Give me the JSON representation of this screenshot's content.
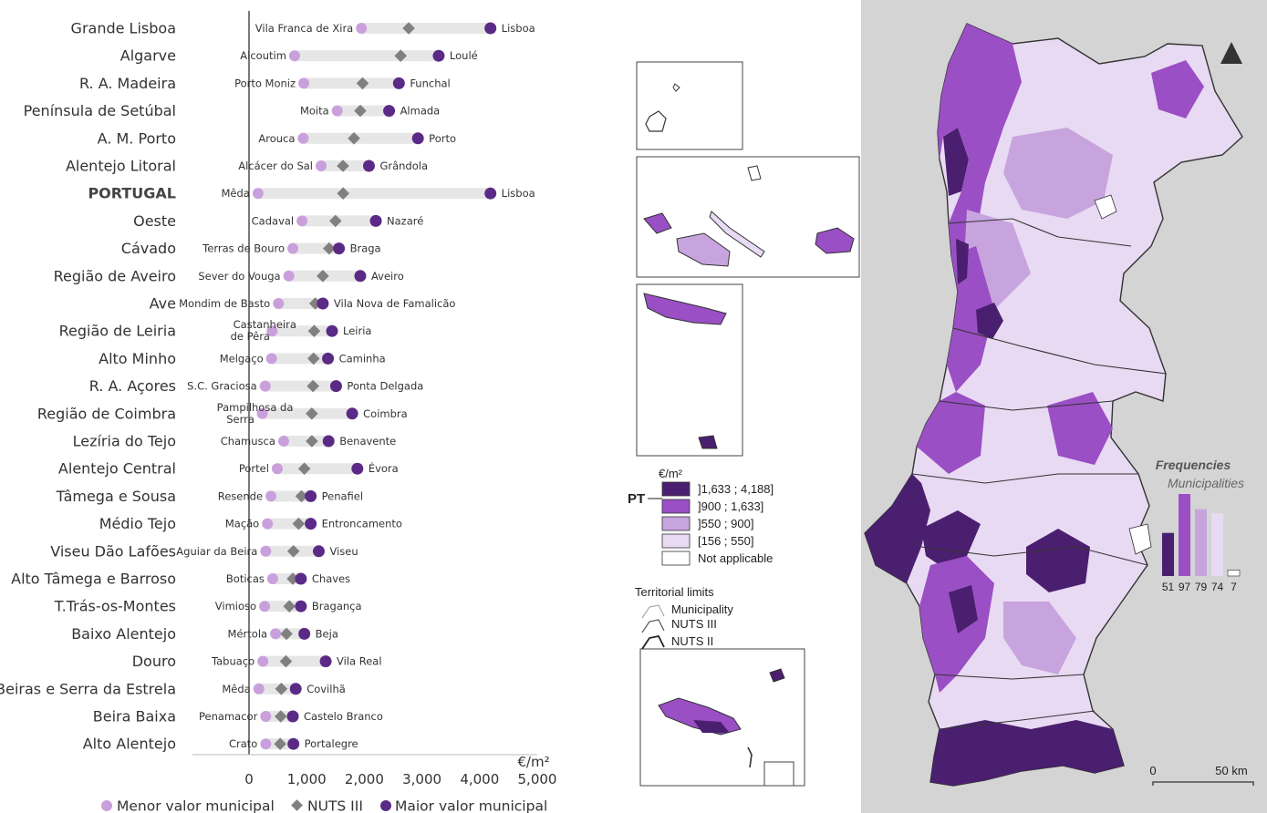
{
  "chart_data": {
    "type": "dot-range",
    "xlim": [
      0,
      5000
    ],
    "xticks": [
      "0",
      "1,000",
      "2,000",
      "3,000",
      "4,000",
      "5,000"
    ],
    "xunit": "€/m²",
    "legend": {
      "min": "Menor valor municipal",
      "nuts": "NUTS III",
      "max": "Maior valor municipal"
    },
    "colors": {
      "min": "#c9a0dc",
      "nuts": "#808080",
      "max": "#5b2a86",
      "bar": "#e6e6e6"
    },
    "rows": [
      {
        "region": "Grande Lisboa",
        "min_label": "Vila Franca de Xira",
        "max_label": "Lisboa",
        "min": 1950,
        "nuts": 2770,
        "max": 4188
      },
      {
        "region": "Algarve",
        "min_label": "Alcoutim",
        "max_label": "Loulé",
        "min": 790,
        "nuts": 2630,
        "max": 3290
      },
      {
        "region": "R. A. Madeira",
        "min_label": "Porto Moniz",
        "max_label": "Funchal",
        "min": 950,
        "nuts": 1970,
        "max": 2600
      },
      {
        "region": "Península de Setúbal",
        "min_label": "Moita",
        "max_label": "Almada",
        "min": 1530,
        "nuts": 1930,
        "max": 2430
      },
      {
        "region": "A. M. Porto",
        "min_label": "Arouca",
        "max_label": "Porto",
        "min": 940,
        "nuts": 1820,
        "max": 2930
      },
      {
        "region": "Alentejo Litoral",
        "min_label": "Alcácer do Sal",
        "max_label": "Grândola",
        "min": 1250,
        "nuts": 1630,
        "max": 2080
      },
      {
        "region": "PORTUGAL",
        "min_label": "Mêda",
        "max_label": "Lisboa",
        "min": 156,
        "nuts": 1633,
        "max": 4188,
        "bold": true
      },
      {
        "region": "Oeste",
        "min_label": "Cadaval",
        "max_label": "Nazaré",
        "min": 920,
        "nuts": 1500,
        "max": 2200
      },
      {
        "region": "Cávado",
        "min_label": "Terras de Bouro",
        "max_label": "Braga",
        "min": 760,
        "nuts": 1390,
        "max": 1560
      },
      {
        "region": "Região de Aveiro",
        "min_label": "Sever do Vouga",
        "max_label": "Aveiro",
        "min": 690,
        "nuts": 1280,
        "max": 1930
      },
      {
        "region": "Ave",
        "min_label": "Mondim de Basto",
        "max_label": "Vila Nova de Famalicão",
        "min": 510,
        "nuts": 1150,
        "max": 1280
      },
      {
        "region": "Região de Leiria",
        "min_label": "Castanheira de Pêra",
        "max_label": "Leiria",
        "min": 400,
        "nuts": 1130,
        "max": 1440
      },
      {
        "region": "Alto Minho",
        "min_label": "Melgaço",
        "max_label": "Caminha",
        "min": 390,
        "nuts": 1120,
        "max": 1370
      },
      {
        "region": "R. A. Açores",
        "min_label": "S.C. Graciosa",
        "max_label": "Ponta Delgada",
        "min": 280,
        "nuts": 1110,
        "max": 1510
      },
      {
        "region": "Região de Coimbra",
        "min_label": "Pampilhosa da Serra",
        "max_label": "Coimbra",
        "min": 230,
        "nuts": 1090,
        "max": 1790
      },
      {
        "region": "Lezíria do Tejo",
        "min_label": "Chamusca",
        "max_label": "Benavente",
        "min": 600,
        "nuts": 1090,
        "max": 1380
      },
      {
        "region": "Alentejo Central",
        "min_label": "Portel",
        "max_label": "Évora",
        "min": 490,
        "nuts": 960,
        "max": 1880
      },
      {
        "region": "Tâmega e Sousa",
        "min_label": "Resende",
        "max_label": "Penafiel",
        "min": 380,
        "nuts": 910,
        "max": 1070
      },
      {
        "region": "Médio Tejo",
        "min_label": "Mação",
        "max_label": "Entroncamento",
        "min": 320,
        "nuts": 860,
        "max": 1070
      },
      {
        "region": "Viseu Dão Lafões",
        "min_label": "Aguiar da Beira",
        "max_label": "Viseu",
        "min": 290,
        "nuts": 770,
        "max": 1210
      },
      {
        "region": "Alto Tâmega e Barroso",
        "min_label": "Boticas",
        "max_label": "Chaves",
        "min": 410,
        "nuts": 760,
        "max": 900
      },
      {
        "region": "T.Trás-os-Montes",
        "min_label": "Vimioso",
        "max_label": "Bragança",
        "min": 270,
        "nuts": 700,
        "max": 900
      },
      {
        "region": "Baixo Alentejo",
        "min_label": "Mértola",
        "max_label": "Beja",
        "min": 460,
        "nuts": 650,
        "max": 960
      },
      {
        "region": "Douro",
        "min_label": "Tabuaço",
        "max_label": "Vila Real",
        "min": 240,
        "nuts": 640,
        "max": 1330
      },
      {
        "region": "Beiras e Serra da Estrela",
        "min_label": "Mêda",
        "max_label": "Covilhã",
        "min": 170,
        "nuts": 560,
        "max": 810
      },
      {
        "region": "Beira Baixa",
        "min_label": "Penamacor",
        "max_label": "Castelo Branco",
        "min": 290,
        "nuts": 550,
        "max": 760
      },
      {
        "region": "Alto Alentejo",
        "min_label": "Crato",
        "max_label": "Portalegre",
        "min": 290,
        "nuts": 540,
        "max": 770
      }
    ]
  },
  "map": {
    "legend_unit": "€/m²",
    "pt_label": "PT",
    "classes": [
      {
        "label": "]1,633 ; 4,188]",
        "color": "#4b1f6f",
        "frequency": "51",
        "freq_value": 51
      },
      {
        "label": "]900 ; 1,633]",
        "color": "#9a4fc4",
        "frequency": "97",
        "freq_value": 97
      },
      {
        "label": "]550 ; 900]",
        "color": "#c7a4de",
        "frequency": "79",
        "freq_value": 79
      },
      {
        "label": "[156 ; 550]",
        "color": "#e8daf2",
        "frequency": "74",
        "freq_value": 74
      },
      {
        "label": "Not applicable",
        "color": "#ffffff",
        "frequency": "7",
        "freq_value": 7
      }
    ],
    "limits_title": "Territorial limits",
    "limits": [
      "Municipality",
      "NUTS III",
      "NUTS II"
    ],
    "freq_title": "Frequencies",
    "freq_subtitle": "Municipalities",
    "scale": [
      "0",
      "50 km"
    ],
    "colors": {
      "sea": "#d4d4d4",
      "outline": "#333333"
    }
  }
}
